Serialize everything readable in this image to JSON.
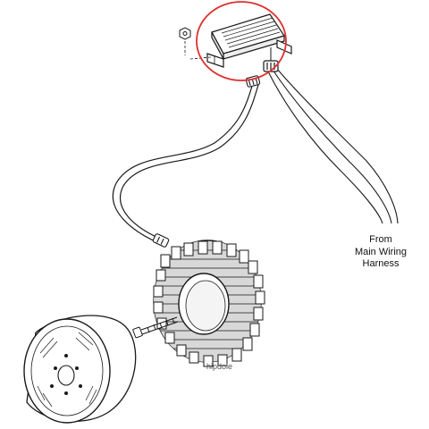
{
  "diagram": {
    "callout": {
      "line1": "From",
      "line2": "Main Wiring",
      "line3": "Harness"
    },
    "watermark": "hipdole",
    "highlight_color": "#e03030",
    "line_color": "#1a1a1a",
    "components": [
      {
        "name": "voltage-regulator",
        "highlighted": true
      },
      {
        "name": "regulator-nut"
      },
      {
        "name": "regulator-connector"
      },
      {
        "name": "stator-cable"
      },
      {
        "name": "stator"
      },
      {
        "name": "stator-screw"
      },
      {
        "name": "rotor"
      },
      {
        "name": "wiring-harness"
      }
    ]
  }
}
